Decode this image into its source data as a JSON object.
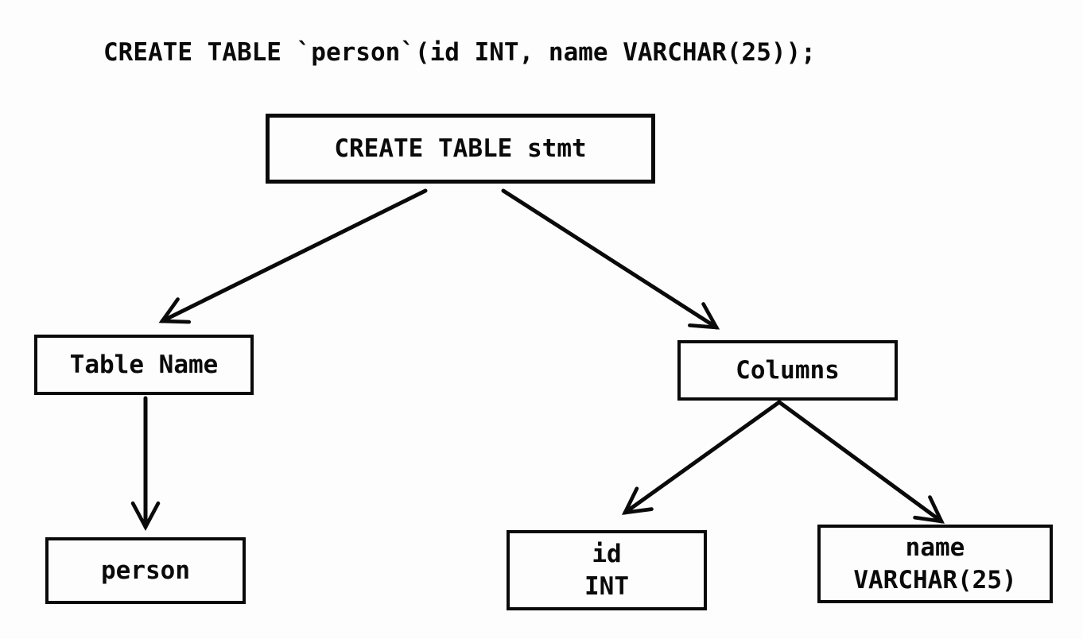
{
  "sql_statement": "CREATE TABLE `person`(id INT, name VARCHAR(25));",
  "nodes": {
    "root": {
      "label": "CREATE TABLE stmt"
    },
    "table_name": {
      "label": "Table Name"
    },
    "columns": {
      "label": "Columns"
    },
    "person": {
      "label": "person"
    },
    "column_id": {
      "name": "id",
      "type": "INT"
    },
    "column_name": {
      "name": "name",
      "type": "VARCHAR(25)"
    }
  },
  "edges": [
    {
      "from": "root",
      "to": "table_name"
    },
    {
      "from": "root",
      "to": "columns"
    },
    {
      "from": "table_name",
      "to": "person"
    },
    {
      "from": "columns",
      "to": "column_id"
    },
    {
      "from": "columns",
      "to": "column_name"
    }
  ],
  "colors": {
    "background": "#fdfdfd",
    "line": "#0a0a0a",
    "box_border": "#0a0a0a",
    "text": "#0a0a0a"
  }
}
